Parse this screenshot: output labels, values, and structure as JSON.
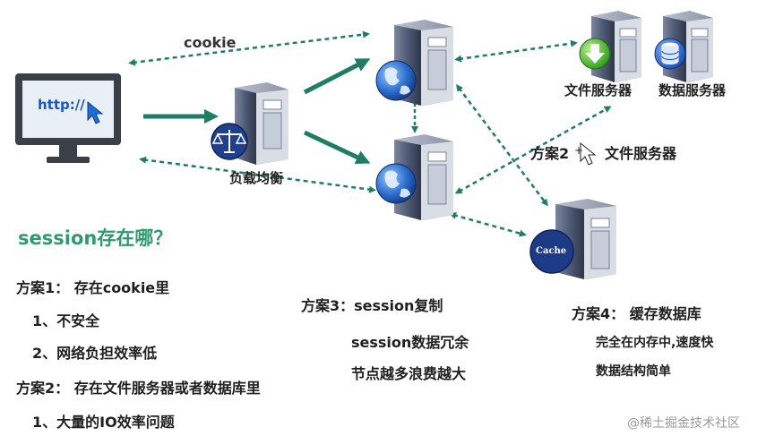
{
  "diagram": {
    "labels": {
      "cookie": "cookie",
      "browser_url": "http://",
      "load_balancer": "负载均衡",
      "file_server": "文件服务器",
      "db_server": "数据服务器",
      "scheme2_mid": "方案2",
      "scheme2_mid_target": "文件服务器",
      "cache": "Cache"
    },
    "question": "session存在哪？",
    "scheme1": {
      "title": "方案1： 存在cookie里",
      "items": [
        "1、不安全",
        "2、网络负担效率低"
      ]
    },
    "scheme2": {
      "title": "方案2： 存在文件服务器或者数据库里",
      "items": [
        "1、大量的IO效率问题"
      ]
    },
    "scheme3": {
      "title": "方案3：session复制",
      "items": [
        "session数据冗余",
        "节点越多浪费越大"
      ]
    },
    "scheme4": {
      "title": "方案4： 缓存数据库",
      "items": [
        "完全在内存中,速度快",
        "数据结构简单"
      ]
    },
    "watermark": "@稀土掘金技术社区"
  },
  "colors": {
    "arrow": "#1f7d65",
    "green_text": "#2f9a6f",
    "server_body": "#4e5a74",
    "monitor_screen": "#e9eff6"
  },
  "icons": [
    "computer-icon",
    "cursor-icon",
    "server-icon",
    "scales-icon",
    "globe-icon",
    "download-icon",
    "database-icon",
    "cache-icon"
  ]
}
